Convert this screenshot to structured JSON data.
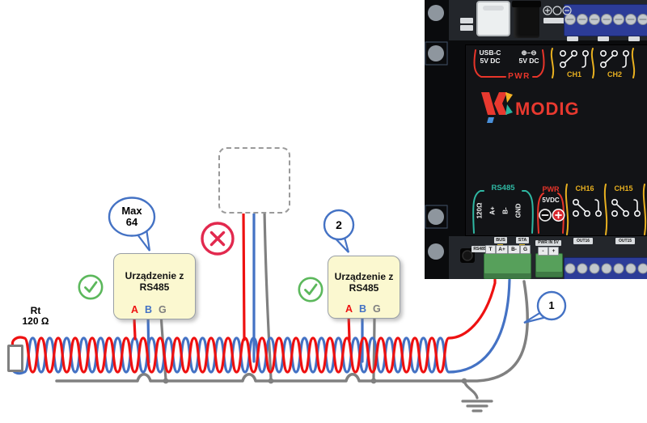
{
  "colors": {
    "wire_red": "#ee1111",
    "wire_blue": "#4472c4",
    "wire_gray": "#808080",
    "callout_blue": "#4472c4",
    "check_green": "#5cb85c",
    "cross_red": "#e2294e",
    "device_fill": "#fbf8d0",
    "pcb_teal": "#2fb8a3",
    "pcb_yellow": "#e8b020",
    "pcb_red": "#e8352a",
    "logo_red": "#e8392f"
  },
  "diagram": {
    "terminator": {
      "name": "Rt",
      "value": "120 Ω"
    },
    "callout_max": {
      "line1": "Max",
      "line2": "64"
    },
    "callout_two": "2",
    "callout_one": "1",
    "devices": [
      {
        "title": "Urządzenie z RS485",
        "pin_a": "A",
        "pin_b": "B",
        "pin_g": "G"
      },
      {
        "title": "Urządzenie z RS485",
        "pin_a": "A",
        "pin_b": "B",
        "pin_g": "G"
      }
    ]
  },
  "pcb": {
    "top_row": {
      "usb_label_1": "USB-C",
      "usb_label_2": "5V DC",
      "dc_label_1": "⊕–⊖",
      "dc_label_2": "5V DC",
      "pwr": "PWR",
      "ch1": "CH1",
      "ch2": "CH2"
    },
    "logo_text": "MODIG",
    "bottom_row": {
      "rs485": "RS485",
      "r120": "120Ω",
      "a_plus": "A+",
      "b_minus": "B-",
      "gnd": "GND",
      "pwr": "PWR",
      "v5": "5VDC",
      "minus": "−",
      "plus": "+",
      "ch16": "CH16",
      "ch15": "CH15"
    },
    "edge": {
      "rs485_tag": "RS485",
      "bus": "BUS",
      "sta": "STA",
      "t": "T",
      "a_plus": "A+",
      "b_minus": "B-",
      "g": "G",
      "pwr_in": "PWR IN 5V",
      "minus": "-",
      "plus": "+",
      "out16": "OUT16",
      "out15": "OUT15"
    }
  }
}
